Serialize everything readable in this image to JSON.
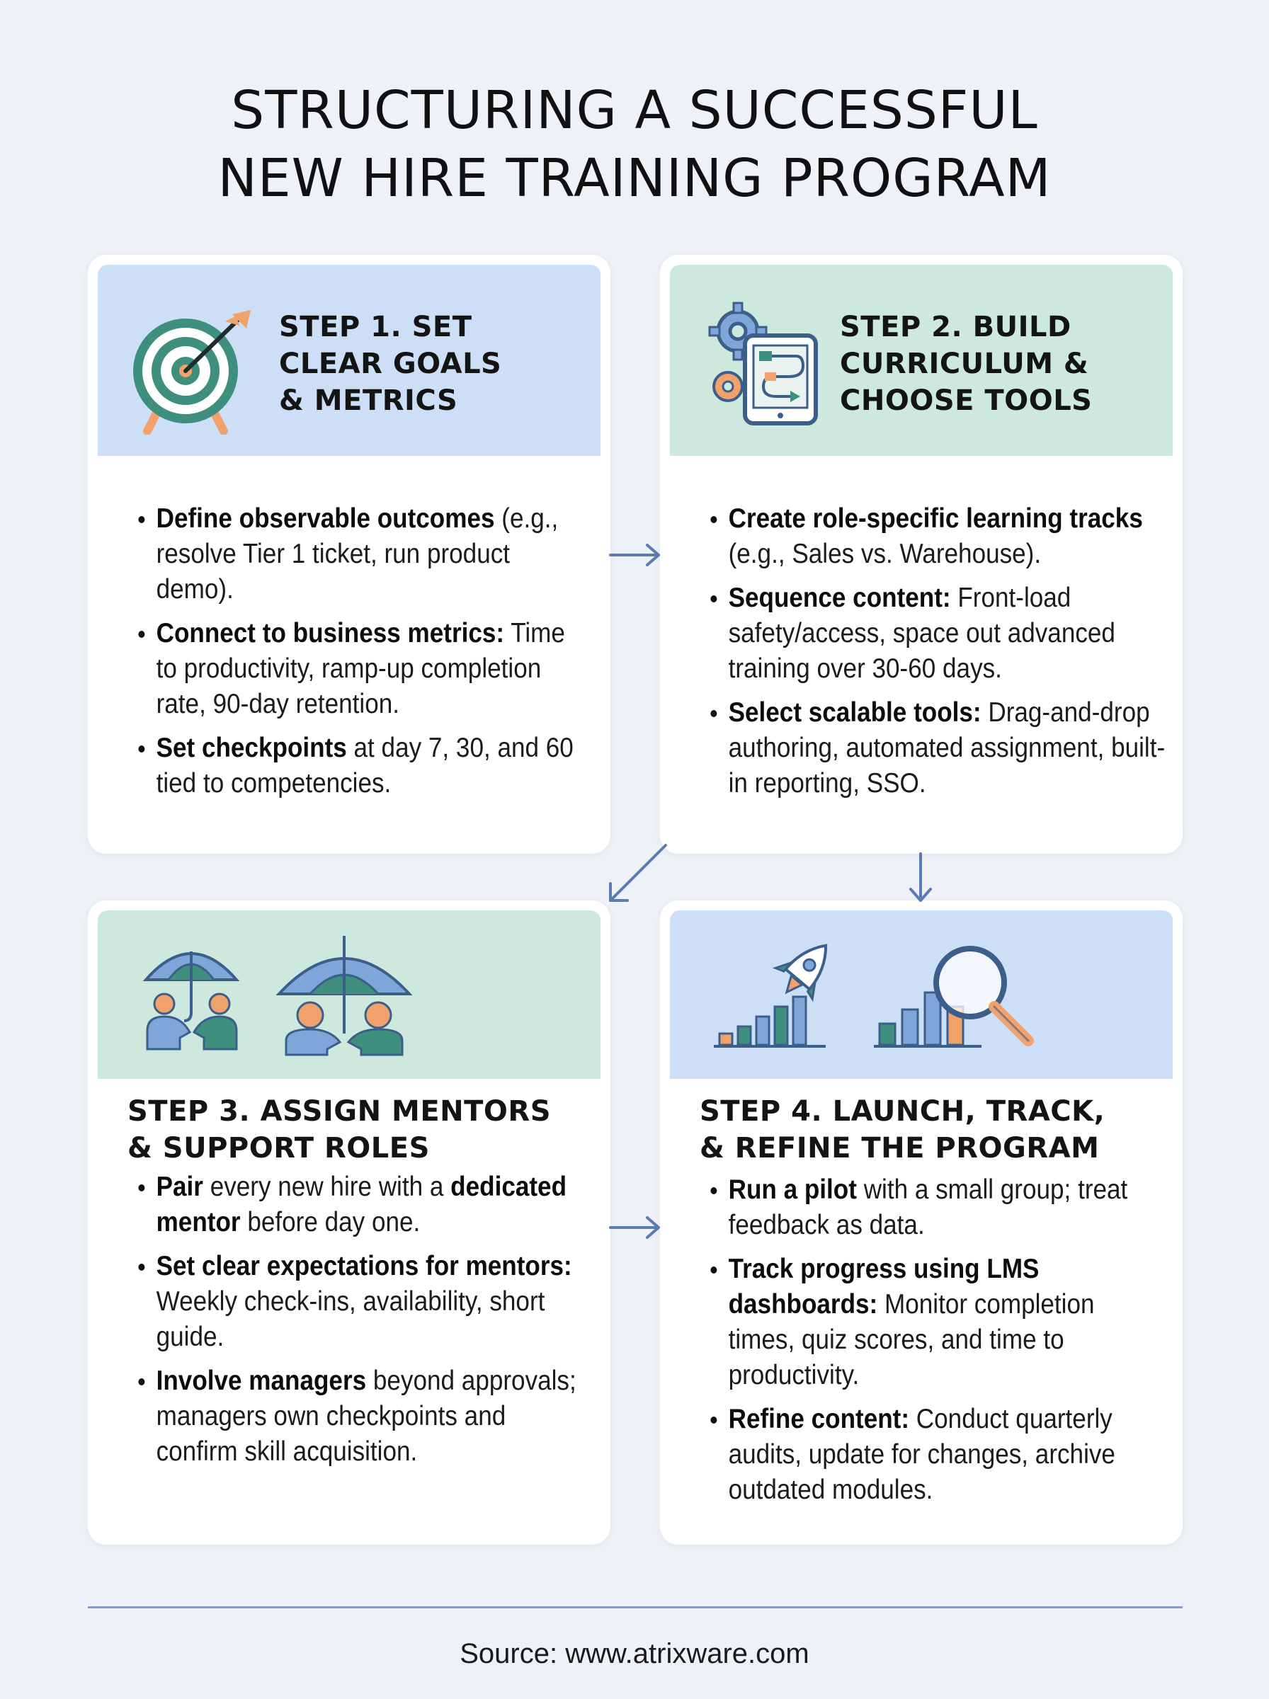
{
  "title": {
    "line1": "STRUCTURING A SUCCESSFUL",
    "line2": "NEW HIRE TRAINING PROGRAM"
  },
  "steps": [
    {
      "title_lines": [
        "STEP 1. SET",
        "CLEAR GOALS",
        "& METRICS"
      ],
      "icon": "target-arrow-icon",
      "bullets": [
        {
          "bold": "Define observable outcomes",
          "rest": " (e.g., resolve Tier 1 ticket, run product demo)."
        },
        {
          "bold": "Connect to business metrics:",
          "rest": " Time to productivity, ramp-up completion rate, 90-day retention."
        },
        {
          "bold": "Set checkpoints",
          "rest": " at day 7, 30, and 60 tied to competencies."
        }
      ]
    },
    {
      "title_lines": [
        "STEP 2. BUILD",
        "CURRICULUM &",
        "CHOOSE TOOLS"
      ],
      "icon": "gears-tablet-icon",
      "bullets": [
        {
          "bold": "Create role-specific learning tracks",
          "rest": " (e.g., Sales vs. Warehouse)."
        },
        {
          "bold": "Sequence content:",
          "rest": " Front-load safety/access, space out advanced training over 30-60 days."
        },
        {
          "bold": "Select scalable tools:",
          "rest": " Drag-and-drop authoring, automated assignment, built-in reporting, SSO."
        }
      ]
    },
    {
      "title_lines": [
        "STEP 3. ASSIGN MENTORS",
        "& SUPPORT ROLES"
      ],
      "icon": "umbrella-handshake-icon",
      "bullets": [
        {
          "bold": "Pair",
          "rest": " every new hire with a ",
          "bold2": "dedicated mentor",
          "rest2": " before day one."
        },
        {
          "bold": "Set clear expectations for mentors:",
          "rest": " Weekly check-ins, availability, short guide."
        },
        {
          "bold": "Involve managers",
          "rest": " beyond approvals; managers own checkpoints and confirm skill acquisition."
        }
      ]
    },
    {
      "title_lines": [
        "STEP 4. LAUNCH, TRACK,",
        "& REFINE THE PROGRAM"
      ],
      "icon": "rocket-chart-magnifier-icon",
      "bullets": [
        {
          "bold": "Run a pilot",
          "rest": " with a small group; treat feedback as data."
        },
        {
          "bold": "Track progress using LMS dashboards:",
          "rest": " Monitor completion times, quiz scores, and time to productivity."
        },
        {
          "bold": "Refine content:",
          "rest": " Conduct quarterly audits, update for changes, archive outdated modules."
        }
      ]
    }
  ],
  "source": "Source: www.atrixware.com",
  "colors": {
    "background": "#eef2f7",
    "head_blue": "#cddff6",
    "head_green": "#cde8dc",
    "icon_teal": "#3f8f7e",
    "icon_orange": "#f0a26a",
    "icon_blue": "#7fa6d8",
    "arrow": "#5b7bb3"
  }
}
